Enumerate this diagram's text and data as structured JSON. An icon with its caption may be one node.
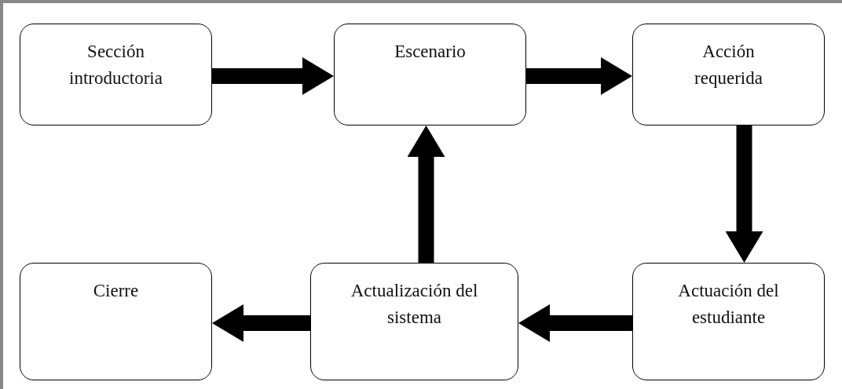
{
  "diagram": {
    "nodes": [
      {
        "text": [
          "Sección introductoria"
        ]
      },
      {
        "text": [
          "Escenario"
        ]
      },
      {
        "text": [
          "Acción requerida"
        ]
      },
      {
        "text": [
          "Actuación del estudiante"
        ]
      },
      {
        "text": [
          "Actualización del sistema"
        ]
      },
      {
        "text": [
          "Cierre"
        ]
      }
    ],
    "edges": [
      {
        "from": 0,
        "to": 1,
        "arrow": "to"
      },
      {
        "from": 1,
        "to": 2,
        "arrow": "to"
      },
      {
        "from": 2,
        "to": 3,
        "arrow": "to"
      },
      {
        "from": 3,
        "to": 4,
        "arrow": "to"
      },
      {
        "from": 4,
        "to": 1,
        "arrow": "to"
      },
      {
        "from": 4,
        "to": 5,
        "arrow": "to"
      }
    ]
  }
}
